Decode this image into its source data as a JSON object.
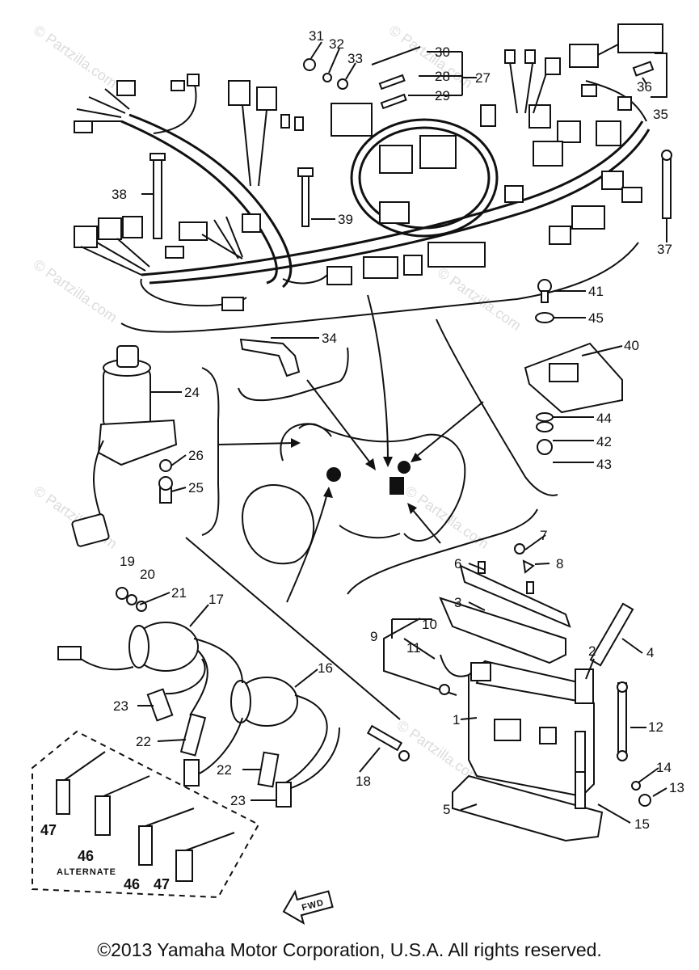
{
  "watermark": "© Partzilla.com",
  "copyright": "©2013 Yamaha Motor Corporation, U.S.A. All rights reserved.",
  "alternate_label": "ALTERNATE",
  "fwd_label": "FWD",
  "callouts": {
    "c1": "1",
    "c2": "2",
    "c3": "3",
    "c4": "4",
    "c5": "5",
    "c6": "6",
    "c7": "7",
    "c8": "8",
    "c9": "9",
    "c10": "10",
    "c11": "11",
    "c12": "12",
    "c13": "13",
    "c14": "14",
    "c15": "15",
    "c16": "16",
    "c17": "17",
    "c18": "18",
    "c19": "19",
    "c20": "20",
    "c21": "21",
    "c22a": "22",
    "c22b": "22",
    "c23a": "23",
    "c23b": "23",
    "c24": "24",
    "c25": "25",
    "c26": "26",
    "c27": "27",
    "c28": "28",
    "c29": "29",
    "c30": "30",
    "c31": "31",
    "c32": "32",
    "c33": "33",
    "c34": "34",
    "c35": "35",
    "c36": "36",
    "c37": "37",
    "c38": "38",
    "c39": "39",
    "c40": "40",
    "c41": "41",
    "c42": "42",
    "c43": "43",
    "c44": "44",
    "c45": "45",
    "c46a": "46",
    "c46b": "46",
    "c47a": "47",
    "c47b": "47"
  }
}
